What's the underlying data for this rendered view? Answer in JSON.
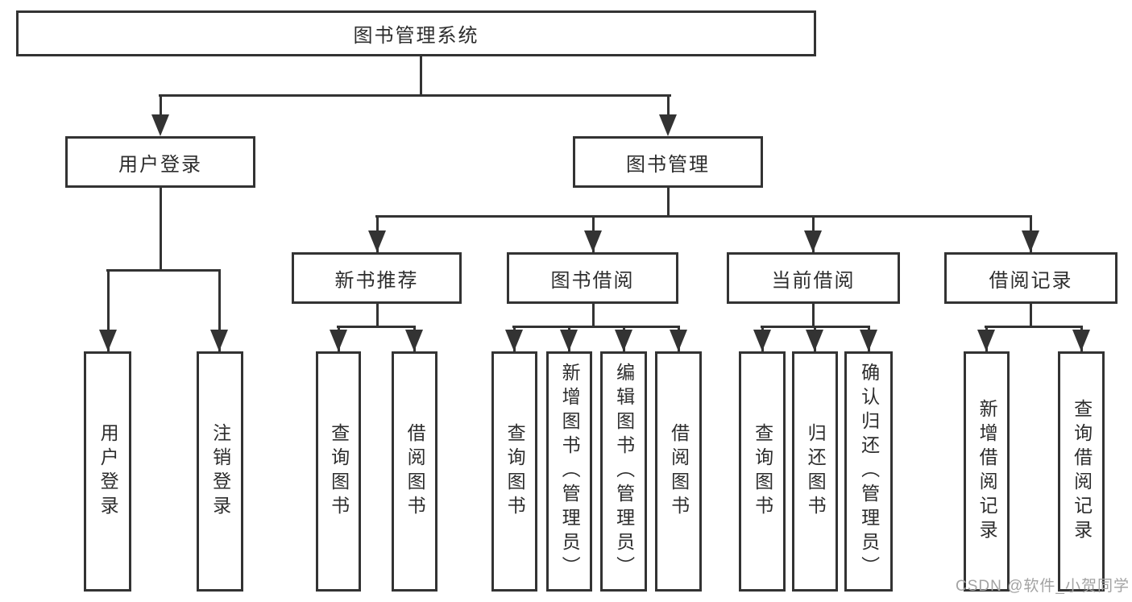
{
  "colors": {
    "line": "#333333",
    "text": "#2d2d2d",
    "background": "#ffffff",
    "watermark": "#a3a3a3"
  },
  "root": {
    "label": "图书管理系统"
  },
  "user_login": {
    "label": "用户登录",
    "children": [
      "用户登录",
      "注销登录"
    ]
  },
  "book_mgmt": {
    "label": "图书管理",
    "sections": [
      {
        "label": "新书推荐",
        "children": [
          "查询图书",
          "借阅图书"
        ]
      },
      {
        "label": "图书借阅",
        "children": [
          "查询图书",
          "新增图书（管理员）",
          "编辑图书（管理员）",
          "借阅图书"
        ]
      },
      {
        "label": "当前借阅",
        "children": [
          "查询图书",
          "归还图书",
          "确认归还（管理员）"
        ]
      },
      {
        "label": "借阅记录",
        "children": [
          "新增借阅记录",
          "查询借阅记录"
        ]
      }
    ]
  },
  "watermark": {
    "text": "CSDN @软件_小贺同学"
  }
}
